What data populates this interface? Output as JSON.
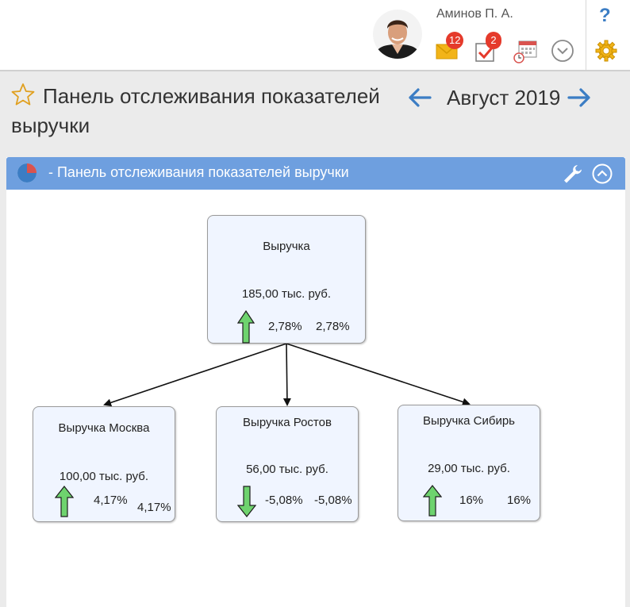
{
  "header": {
    "user_name": "Аминов П. А.",
    "mail_count": "12",
    "tasks_count": "2",
    "help_label": "?"
  },
  "page": {
    "title": "Панель отслеживания показателей выручки",
    "period": "Август 2019"
  },
  "panel": {
    "title": "- Панель отслеживания показателей выручки"
  },
  "tree": {
    "root": {
      "title": "Выручка",
      "value": "185,00 тыс. руб.",
      "pct1": "2,78%",
      "pct2": "2,78%",
      "trend": "up"
    },
    "children": [
      {
        "title": "Выручка Москва",
        "value": "100,00 тыс. руб.",
        "pct1": "4,17%",
        "pct2": "4,17%",
        "trend": "up"
      },
      {
        "title": "Выручка Ростов",
        "value": "56,00 тыс. руб.",
        "pct1": "-5,08%",
        "pct2": "-5,08%",
        "trend": "down"
      },
      {
        "title": "Выручка Сибирь",
        "value": "29,00 тыс. руб.",
        "pct1": "16%",
        "pct2": "16%",
        "trend": "up"
      }
    ]
  },
  "colors": {
    "accent": "#3b7dc4",
    "panel_header": "#6e9fdf",
    "badge": "#e53a2b",
    "trend_arrow": "#6ed36e",
    "node_bg": "#f0f5ff"
  },
  "icons": [
    "avatar",
    "mail-icon",
    "tasks-icon",
    "calendar-icon",
    "dropdown-icon",
    "settings-gear-icon",
    "star-icon",
    "arrow-left-icon",
    "arrow-right-icon",
    "pie-chart-icon",
    "wrench-icon",
    "collapse-icon",
    "trend-up-arrow",
    "trend-down-arrow"
  ]
}
